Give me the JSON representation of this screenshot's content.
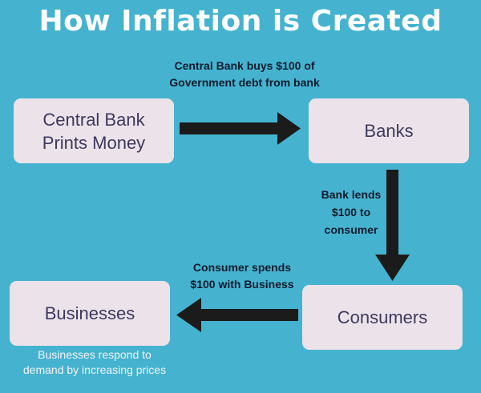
{
  "title": "How Inflation is Created",
  "nodes": {
    "central_bank": {
      "line1": "Central Bank",
      "line2": "Prints Money"
    },
    "banks": {
      "label": "Banks"
    },
    "consumers": {
      "label": "Consumers"
    },
    "businesses": {
      "label": "Businesses"
    }
  },
  "edges": {
    "cb_to_banks": {
      "line1": "Central Bank buys $100 of",
      "line2": "Government debt from bank"
    },
    "banks_to_consumers": {
      "line1": "Bank lends",
      "line2": "$100 to",
      "line3": "consumer"
    },
    "consumers_to_businesses": {
      "line1": "Consumer spends",
      "line2": "$100 with Business"
    }
  },
  "note": {
    "line1": "Businesses respond to",
    "line2": "demand by increasing prices"
  },
  "colors": {
    "background": "#45b3cf",
    "box_fill": "#ece2e9",
    "box_text": "#3c3a5e",
    "arrow": "#1b1b1b",
    "edge_label": "#121a2c",
    "note_text": "#f3f3f3",
    "title_text": "#ffffff"
  }
}
